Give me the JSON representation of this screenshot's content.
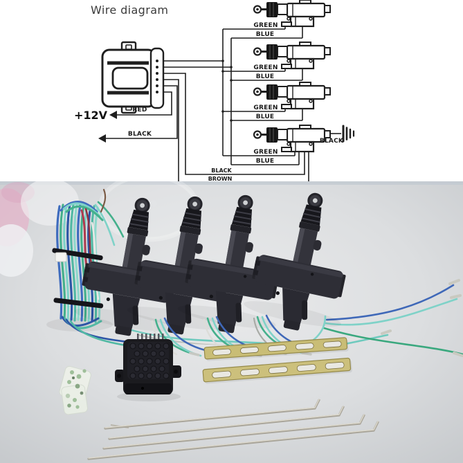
{
  "diagram": {
    "title": "Wire diagram",
    "line_color": "#1f1f1f",
    "power_label": "+12V",
    "power_wire_label": "RED",
    "ground_wire_label": "BLACK",
    "actuators": [
      {
        "wire1": "GREEN",
        "wire2": "BLUE"
      },
      {
        "wire1": "GREEN",
        "wire2": "BLUE"
      },
      {
        "wire1": "GREEN",
        "wire2": "BLUE"
      },
      {
        "wire1": "GREEN",
        "wire2": "BLUE"
      }
    ],
    "master_ground_label": "BLACK",
    "bus_labels": {
      "black": "BLACK",
      "brown": "BROWN"
    }
  },
  "photo": {
    "background_color": "#d6d8da",
    "actuator_color": "#2e2e35",
    "control_box_color": "#1b1b1f",
    "bracket_color": "#c9bd76",
    "rod_color": "#c2beb2",
    "wire_colors": {
      "blue": "#3f6cbe",
      "green": "#45b08c",
      "teal": "#7fd2c8",
      "red": "#b03a4e",
      "white": "#e8e8e6"
    },
    "actuator_count": 4,
    "bracket_count": 2,
    "rod_count": 4
  }
}
